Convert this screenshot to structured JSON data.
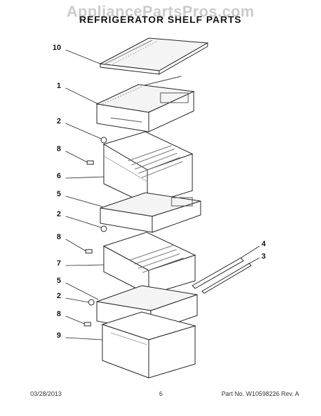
{
  "watermark": "AppliancePartsPros.com",
  "title": "REFRIGERATOR SHELF PARTS",
  "callouts": [
    {
      "id": "c10a",
      "label": "10"
    },
    {
      "id": "c1",
      "label": "1"
    },
    {
      "id": "c2a",
      "label": "2"
    },
    {
      "id": "c8a",
      "label": "8"
    },
    {
      "id": "c6",
      "label": "6"
    },
    {
      "id": "c5a",
      "label": "5"
    },
    {
      "id": "c2b",
      "label": "2"
    },
    {
      "id": "c8b",
      "label": "8"
    },
    {
      "id": "c7",
      "label": "7"
    },
    {
      "id": "c4",
      "label": "4"
    },
    {
      "id": "c3",
      "label": "3"
    },
    {
      "id": "c5b",
      "label": "5"
    },
    {
      "id": "c2c",
      "label": "2"
    },
    {
      "id": "c8c",
      "label": "8"
    },
    {
      "id": "c9",
      "label": "9"
    }
  ],
  "footer": {
    "date": "03/28/2013",
    "page": "6",
    "part_no": "Part No. W10598226 Rev. A"
  },
  "colors": {
    "line": "#222222",
    "fill": "#ffffff",
    "glass": "#f2f2f2"
  }
}
